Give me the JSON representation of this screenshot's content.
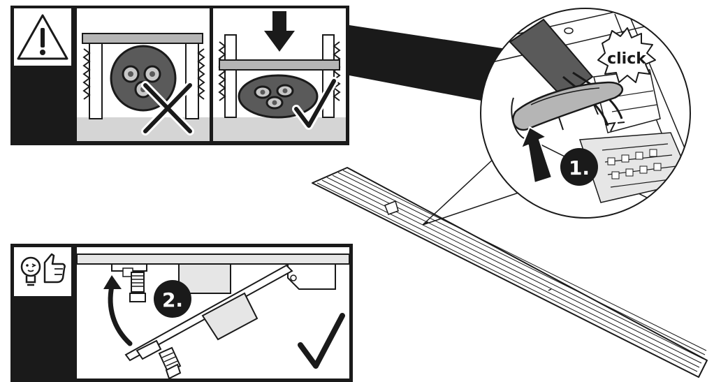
{
  "callouts": {
    "click_text": "click",
    "step1_label": "1.",
    "step2_label": "2."
  },
  "icons": {
    "warning": "warning-triangle-icon",
    "tip": "lightbulb-thumbs-up-icon",
    "wrong": "cross-mark-icon",
    "correct": "check-mark-icon",
    "press_down": "down-arrow-icon",
    "push_up": "up-arrow-icon",
    "swing": "curved-arrow-icon"
  },
  "colors": {
    "ink": "#1a1a1a",
    "panel_gray": "#c8c8c8",
    "plate_gray": "#b5b5b5",
    "cable_gray": "#5a5a5a",
    "light_gray": "#e6e6e6",
    "white": "#ffffff"
  }
}
